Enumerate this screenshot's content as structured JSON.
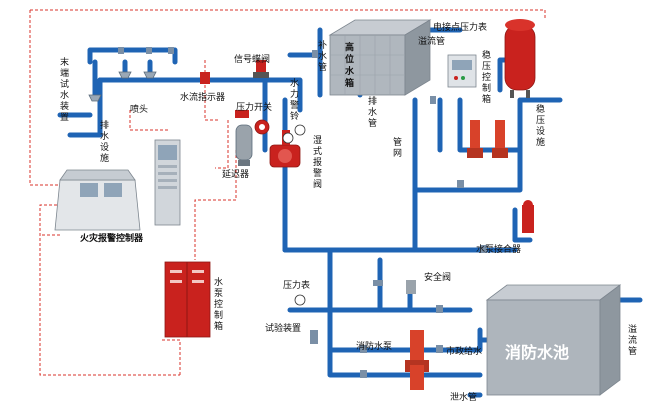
{
  "colors": {
    "pipe": "#1f64b4",
    "signal": "#d9332b",
    "tank_water": "#2a72bf",
    "panel_red": "#c9221e",
    "pump_red": "#d8422a"
  },
  "labels": {
    "end_test": [
      "末",
      "端",
      "试",
      "水",
      "装",
      "置"
    ],
    "drain_facility": [
      "排",
      "水",
      "设",
      "施"
    ],
    "sprinkler": "喷头",
    "flow_indicator": "水流指示器",
    "signal_valve": "信号蝶阀",
    "pressure_switch": "压力开关",
    "hydraulic_bell": [
      "水",
      "力",
      "警",
      "铃"
    ],
    "retard_chamber": "延迟器",
    "wet_alarm_valve": [
      "湿",
      "式",
      "报",
      "警",
      "阀"
    ],
    "fire_alarm_controller": "火灾报警控制器",
    "makeup_pipe": [
      "补",
      "水",
      "管"
    ],
    "high_tank": [
      "高",
      "位",
      "水",
      "箱"
    ],
    "drain_pipe": [
      "排",
      "水",
      "管"
    ],
    "overflow_pipe_top": "溢流管",
    "contact_gauge": "电接点压力表",
    "stabilizer_cabinet": [
      "稳",
      "压",
      "控",
      "制",
      "箱"
    ],
    "stabilizer_device": [
      "稳",
      "压",
      "设",
      "施"
    ],
    "pipe_network": [
      "管",
      "网"
    ],
    "pump_adapter": "水泵接合器",
    "pressure_gauge": "压力表",
    "safety_valve": "安全阀",
    "pump_control_box": [
      "水",
      "泵",
      "控",
      "制",
      "箱"
    ],
    "test_device": "试验装置",
    "fire_pump": "消防水泵",
    "municipal_supply": "市政给水",
    "fire_pool": "消防水池",
    "overflow_pipe_right": [
      "溢",
      "流",
      "管"
    ],
    "drain_pipe_bottom": "泄水管"
  }
}
